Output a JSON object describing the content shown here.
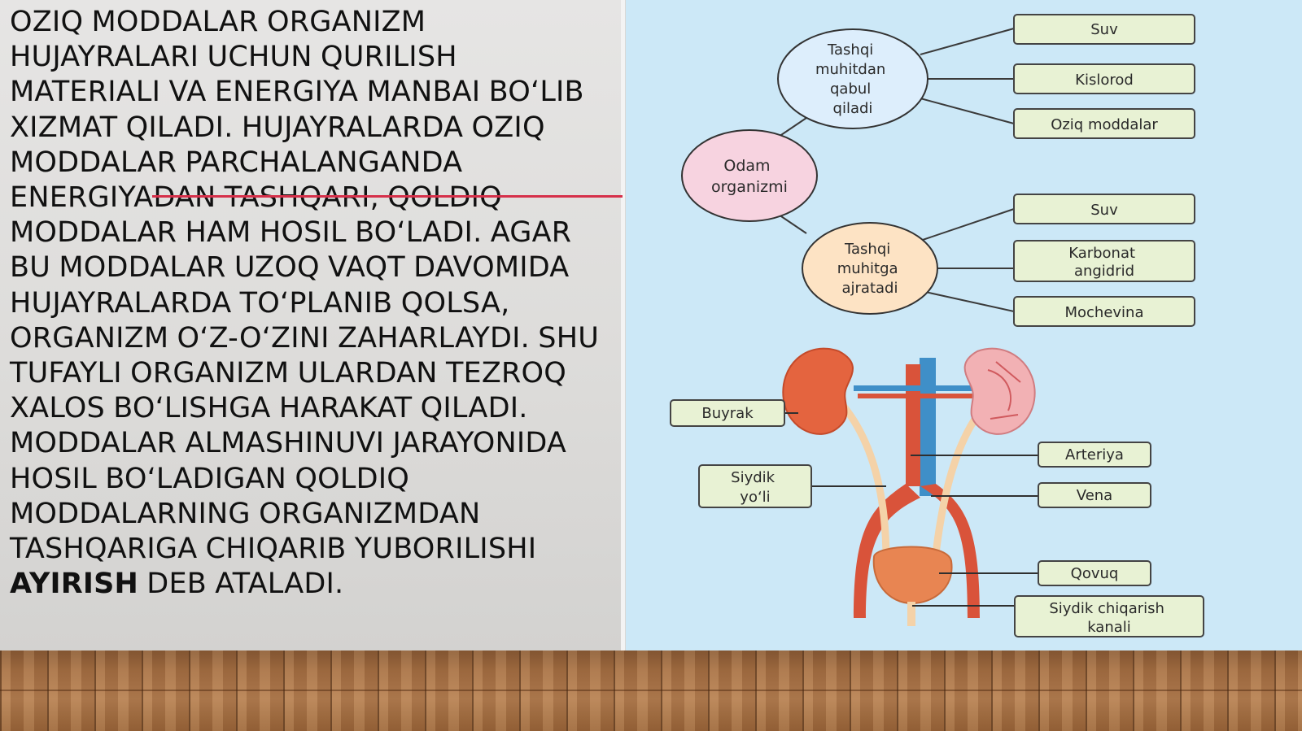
{
  "text": {
    "para1": "Oziq moddalar organizm hujayralari uchun qurilish materiali va energiya manbai boʻlib xizmat qiladi. Hujayralarda oziq moddalar parchalanganda energiyadan tashqari, qoldiq moddalar ham hosil boʻladi. Agar bu moddalar uzoq vaqt davomida hujayralarda toʻplanib qolsa, organizm oʻz-oʻzini zaharlaydi. Shu tufayli organizm ulardan tezroq xalos boʻlishga harakat qiladi.",
    "para2_before": "Moddalar almashinuvi jarayonida hosil boʻladigan qoldiq moddalarning organizmdan tashqariga chiqarib yuborilishi ",
    "para2_bold": "ayirish",
    "para2_after": " deb ataladi."
  },
  "diagram": {
    "center": [
      "Odam",
      "organizmi"
    ],
    "intake": {
      "circle": [
        "Tashqi",
        "muhitdan",
        "qabul",
        "qiladi"
      ],
      "items": [
        "Suv",
        "Kislorod",
        "Oziq moddalar"
      ]
    },
    "output": {
      "circle": [
        "Tashqi",
        "muhitga",
        "ajratadi"
      ],
      "items": [
        "Suv",
        [
          "Karbonat",
          "angidrid"
        ],
        "Mochevina"
      ]
    },
    "anatomy": {
      "kidney": "Buyrak",
      "ureter": [
        "Siydik",
        "yoʻli"
      ],
      "artery": "Arteriya",
      "vein": "Vena",
      "bladder": "Qovuq",
      "urethra": [
        "Siydik chiqarish",
        "kanali"
      ]
    }
  },
  "colors": {
    "slide_background": "#d9d8d6",
    "diagram_background": "#cce8f7",
    "label_box_fill": "#e8f2d4",
    "center_circle_fill": "#f7d3e0",
    "intake_circle_fill": "#ddeefc",
    "output_circle_fill": "#fde3c4",
    "artery": "#d9533a",
    "vein": "#3f8fc8",
    "accent_line": "#d6304a",
    "floor": "#a56e42"
  }
}
